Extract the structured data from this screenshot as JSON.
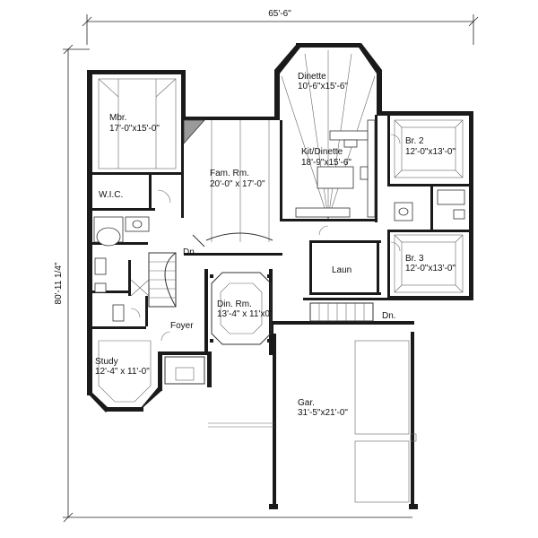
{
  "dimensions": {
    "width": "65'-6\"",
    "height": "80'-11 1/4\""
  },
  "rooms": {
    "mbr": {
      "name": "Mbr.",
      "size": "17'-0\"x15'-0\""
    },
    "dinette": {
      "name": "Dinette",
      "size": "10'-6\"x15'-6\""
    },
    "kit": {
      "name": "Kit/Dinette",
      "size": "18'-9\"x15'-6\""
    },
    "fam": {
      "name": "Fam. Rm.",
      "size": "20'-0\" x 17'-0\""
    },
    "wic": {
      "name": "W.I.C."
    },
    "br2": {
      "name": "Br. 2",
      "size": "12'-0\"x13'-0\""
    },
    "br3": {
      "name": "Br. 3",
      "size": "12'-0\"x13'-0\""
    },
    "laun": {
      "name": "Laun"
    },
    "din": {
      "name": "Din. Rm.",
      "size": "13'-4\" x 11'x0\""
    },
    "foyer": {
      "name": "Foyer"
    },
    "study": {
      "name": "Study",
      "size": "12'-4\" x 11'-0\""
    },
    "gar": {
      "name": "Gar.",
      "size": "31'-5\"x21'-0\""
    }
  },
  "stairs": {
    "dn1": "Dn.",
    "dn2": "Dn."
  }
}
